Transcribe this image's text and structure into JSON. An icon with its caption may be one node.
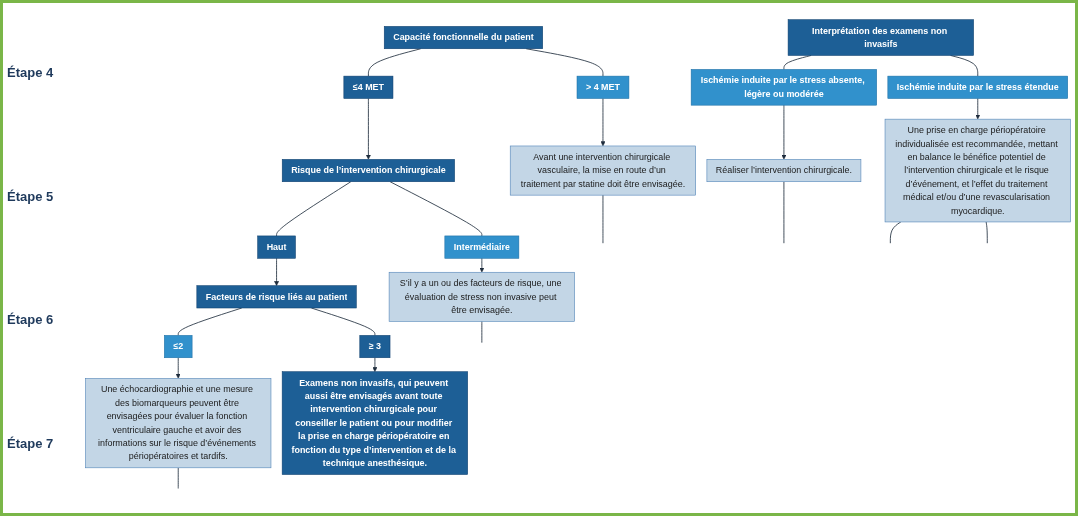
{
  "diagram": {
    "nodes": [
      {
        "text": [
          "Capacité fonctionnelle du patient"
        ]
      },
      {
        "text": [
          "> 4 MET"
        ]
      },
      {
        "text": [
          "Avant une intervention chirurgicale vasculaire, la mise en route d’un traitement par statine doit être envisagée."
        ]
      },
      {
        "text": [
          "≤4 MET"
        ]
      },
      {
        "text": [
          "Risque de l’intervention chirurgicale"
        ]
      },
      {
        "text": [
          "Intermédiaire"
        ]
      },
      {
        "text": [
          "S’il y a un ou des facteurs de risque, une évaluation de stress non invasive peut être envisagée."
        ]
      },
      {
        "text": [
          "Haut"
        ]
      },
      {
        "text": [
          "Facteurs de risque liés au patient"
        ]
      },
      {
        "text": [
          "≤2"
        ]
      },
      {
        "text": [
          "Une échocardiographie et une mesure des biomarqueurs peuvent être envisagées pour évaluer la fonction ventriculaire gauche et avoir des informations sur le risque d’événements périopératoires et tardifs."
        ]
      },
      {
        "text": [
          "≥ 3"
        ]
      },
      {
        "text": [
          "Examens non invasifs, qui peuvent aussi être envisagés avant toute intervention chirurgicale pour conseiller le patient ou pour modifier la prise en charge périopératoire en fonction du type d’intervention et de la technique anesthésique."
        ]
      },
      {
        "text": [
          "Interprétation des examens non invasifs"
        ]
      },
      {
        "text": [
          "Ischémie induite par le stress absente, légère ou modérée"
        ]
      },
      {
        "text": [
          "Réaliser l’intervention chirurgicale."
        ]
      },
      {
        "text": [
          "Ischémie induite par le stress étendue"
        ]
      },
      {
        "text": [
          "Une prise en charge périopératoire individualisée est recommandée, mettant en balance le bénéfice potentiel de l’intervention chirurgicale et le risque d’événement, et l’effet du traitement médical et/ou d’une revascularisation myocardique."
        ]
      }
    ],
    "edges": [
      {
        "from": 0,
        "to": 1,
        "arrow": "none"
      },
      {
        "from": 1,
        "to": 2,
        "arrow": "to"
      },
      {
        "from": 0,
        "to": 3,
        "arrow": "none"
      },
      {
        "from": 3,
        "to": 4,
        "arrow": "to"
      },
      {
        "from": 4,
        "to": 5,
        "arrow": "none"
      },
      {
        "from": 5,
        "to": 6,
        "arrow": "to"
      },
      {
        "from": 4,
        "to": 7,
        "arrow": "none"
      },
      {
        "from": 7,
        "to": 8,
        "arrow": "to"
      },
      {
        "from": 8,
        "to": 9,
        "arrow": "none"
      },
      {
        "from": 9,
        "to": 10,
        "arrow": "to"
      },
      {
        "from": 8,
        "to": 11,
        "arrow": "none"
      },
      {
        "from": 11,
        "to": 12,
        "arrow": "to"
      },
      {
        "from": 13,
        "to": 14,
        "arrow": "none"
      },
      {
        "from": 13,
        "to": 16,
        "arrow": "none"
      },
      {
        "from": 14,
        "to": 15,
        "arrow": "to"
      },
      {
        "from": 16,
        "to": 17,
        "arrow": "to"
      },
      {
        "from": 2,
        "to": null,
        "arrow": "none"
      },
      {
        "from": 6,
        "to": null,
        "arrow": "none"
      },
      {
        "from": 10,
        "to": null,
        "arrow": "none"
      },
      {
        "from": 15,
        "to": null,
        "arrow": "none"
      },
      {
        "from": 17,
        "to": null,
        "arrow": "none"
      },
      {
        "from": 17,
        "to": null,
        "arrow": "none"
      }
    ],
    "labels": [
      "Étape 4",
      "Étape 5",
      "Étape 6",
      "Étape 7"
    ]
  }
}
